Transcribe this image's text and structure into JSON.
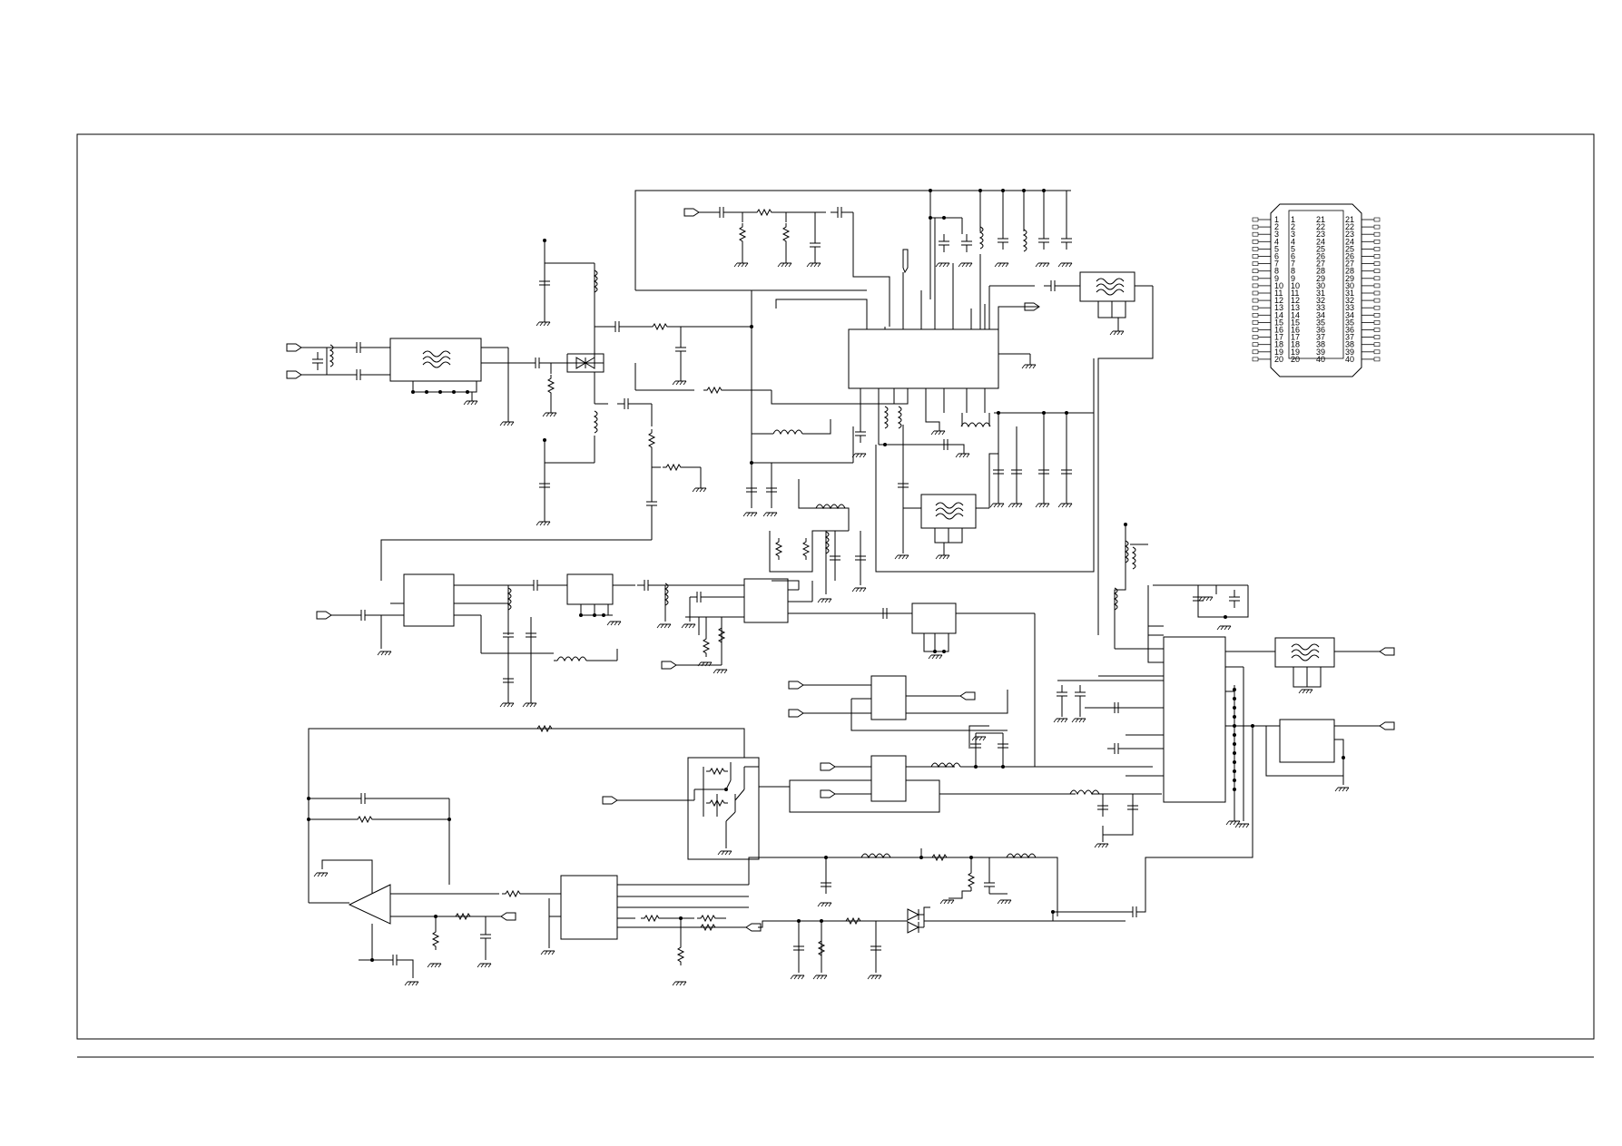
{
  "connector": {
    "left_pins": [
      "1",
      "2",
      "3",
      "4",
      "5",
      "6",
      "7",
      "8",
      "9",
      "10",
      "11",
      "12",
      "13",
      "14",
      "15",
      "16",
      "17",
      "18",
      "19",
      "20"
    ],
    "inner_left": [
      "1",
      "2",
      "3",
      "4",
      "5",
      "6",
      "7",
      "8",
      "9",
      "10",
      "11",
      "12",
      "13",
      "14",
      "15",
      "16",
      "17",
      "18",
      "19",
      "20"
    ],
    "inner_right": [
      "21",
      "22",
      "23",
      "24",
      "25",
      "26",
      "27",
      "28",
      "29",
      "30",
      "31",
      "32",
      "33",
      "34",
      "35",
      "36",
      "37",
      "38",
      "39",
      "40"
    ],
    "right_pins": [
      "21",
      "22",
      "23",
      "24",
      "25",
      "26",
      "27",
      "28",
      "29",
      "30",
      "31",
      "32",
      "33",
      "34",
      "35",
      "36",
      "37",
      "38",
      "39",
      "40"
    ]
  },
  "colors": {
    "ink": "#000000",
    "paper": "#ffffff"
  }
}
